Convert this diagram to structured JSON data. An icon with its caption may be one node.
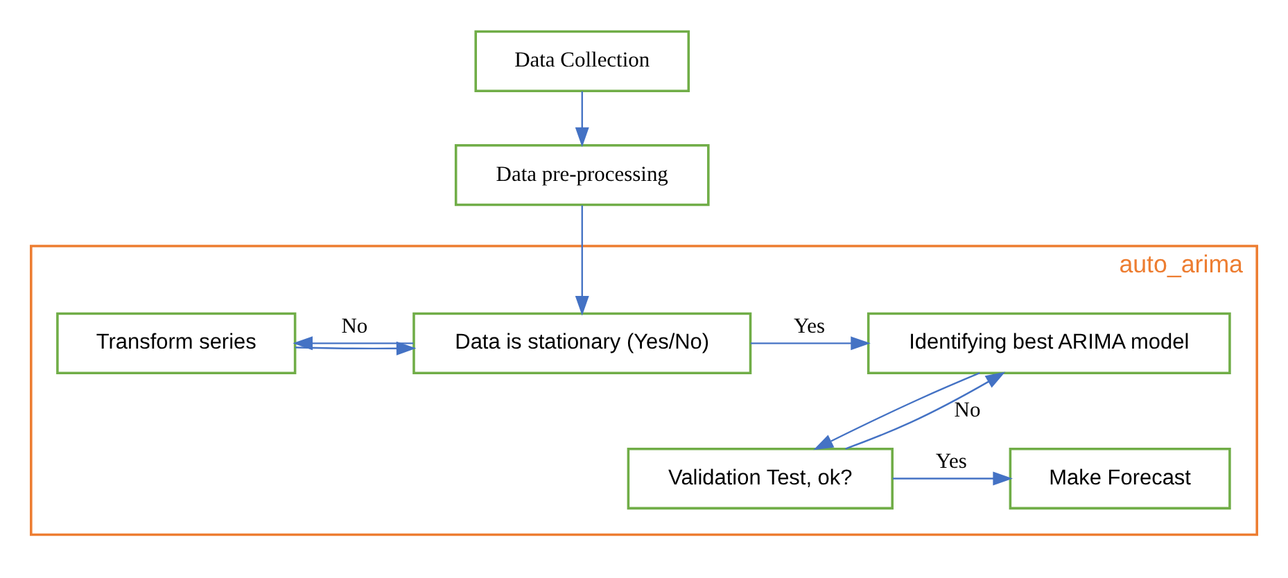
{
  "diagram": {
    "nodes": [
      {
        "text": [
          "Data Collection"
        ]
      },
      {
        "text": [
          "Data pre-processing"
        ]
      },
      {
        "text": [
          "auto_arima"
        ]
      },
      {
        "text": [
          "Identifying best ARIMA model"
        ],
        "in": 2
      },
      {
        "text": [
          "Data is stationary (Yes/No)"
        ],
        "in": 2
      },
      {
        "text": [
          "Transform series"
        ],
        "in": 2
      },
      {
        "text": [
          "Validation Test, ok?"
        ],
        "in": 2
      },
      {
        "text": [
          "Make Forecast"
        ],
        "in": 2
      }
    ],
    "edges": [
      {
        "from": 0,
        "to": 1,
        "arrow": "to"
      },
      {
        "from": 1,
        "to": 4,
        "arrow": "to"
      },
      {
        "from": 4,
        "to": 3,
        "arrow": "to",
        "label": "Yes"
      },
      {
        "from": 4,
        "to": 5,
        "arrow": "to",
        "label": "No"
      },
      {
        "from": 5,
        "to": 4,
        "arrow": "to"
      },
      {
        "from": 3,
        "to": 6,
        "arrow": "to"
      },
      {
        "from": 6,
        "to": 3,
        "arrow": "to",
        "label": "No"
      },
      {
        "from": 6,
        "to": 7,
        "arrow": "to",
        "label": "Yes"
      }
    ]
  }
}
